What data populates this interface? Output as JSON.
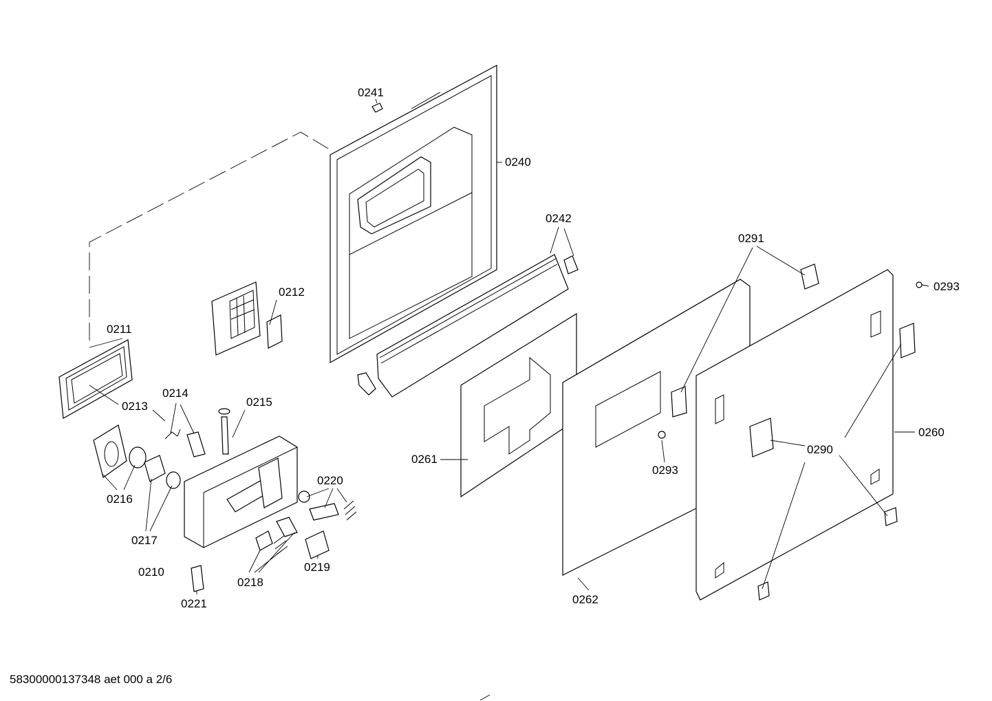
{
  "labels": {
    "p0241": "0241",
    "p0240": "0240",
    "p0242": "0242",
    "p0212": "0212",
    "p0211": "0211",
    "p0291": "0291",
    "p0293a": "0293",
    "p0214": "0214",
    "p0213": "0213",
    "p0215": "0215",
    "p0260": "0260",
    "p0290": "0290",
    "p0261": "0261",
    "p0293b": "0293",
    "p0220": "0220",
    "p0216": "0216",
    "p0217": "0217",
    "p0219": "0219",
    "p0210": "0210",
    "p0218": "0218",
    "p0262": "0262",
    "p0221": "0221"
  },
  "footer": "58300000137348 aet 000 a 2/6"
}
